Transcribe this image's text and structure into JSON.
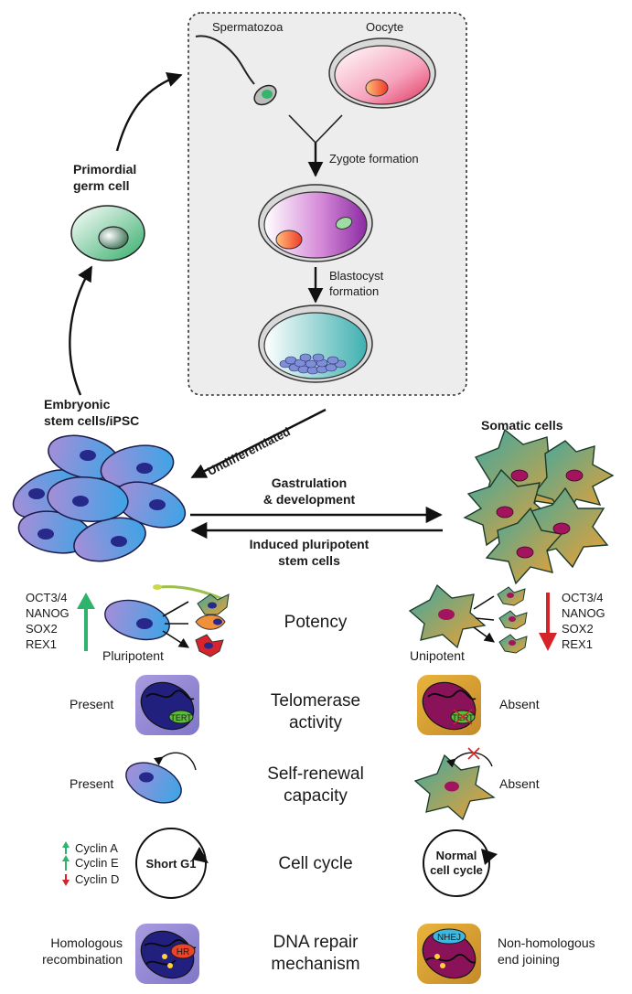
{
  "top": {
    "spermatozoa": "Spermatozoa",
    "oocyte": "Oocyte",
    "zygote_formation": "Zygote formation",
    "blastocyst_line1": "Blastocyst",
    "blastocyst_line2": "formation",
    "primordial_line1": "Primordial",
    "primordial_line2": "germ cell",
    "esc_line1": "Embryonic",
    "esc_line2": "stem cells/iPSC",
    "undifferentiated": "Undifferentiated",
    "somatic": "Somatic cells",
    "gastrulation_line1": "Gastrulation",
    "gastrulation_line2": "& development",
    "induced_line1": "Induced pluripotent",
    "induced_line2": "stem cells"
  },
  "potency": {
    "title": "Potency",
    "markers": [
      "OCT3/4",
      "NANOG",
      "SOX2",
      "REX1"
    ],
    "left_label": "Pluripotent",
    "right_label": "Unipotent"
  },
  "telomerase": {
    "title_line1": "Telomerase",
    "title_line2": "activity",
    "left": "Present",
    "right": "Absent",
    "enzyme": "TERT"
  },
  "self_renewal": {
    "title_line1": "Self-renewal",
    "title_line2": "capacity",
    "left": "Present",
    "right": "Absent"
  },
  "cell_cycle": {
    "title": "Cell cycle",
    "cyclins": [
      "Cyclin A",
      "Cyclin E",
      "Cyclin D"
    ],
    "left_circle": "Short G1",
    "right_line1": "Normal",
    "right_line2": "cell cycle"
  },
  "dna_repair": {
    "title_line1": "DNA repair",
    "title_line2": "mechanism",
    "left_line1": "Homologous",
    "left_line2": "recombination",
    "left_tag": "HR",
    "right_tag": "NHEJ",
    "right_line1": "Non-homologous",
    "right_line2": "end joining"
  },
  "colors": {
    "up_arrow": "#2db36b",
    "down_arrow": "#d4242a",
    "pluripotent_cell": "#4aa0e0",
    "somatic_cell": "#7ab27a",
    "nucleus_blue": "#26288a",
    "nucleus_magenta": "#a3135e"
  }
}
